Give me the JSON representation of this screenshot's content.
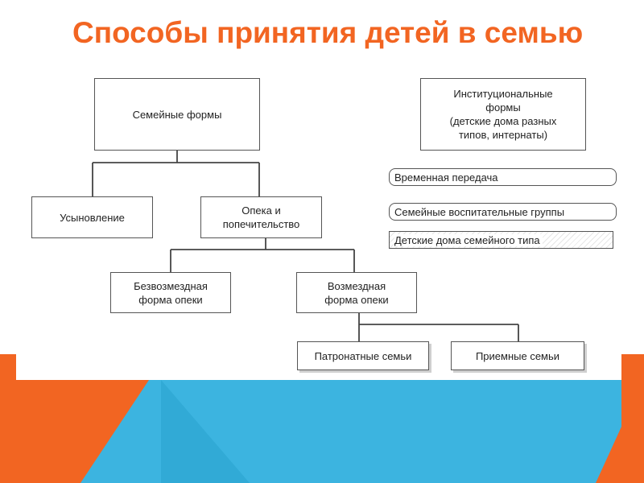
{
  "title": "Способы принятия детей в семью",
  "colors": {
    "accent": "#f26522",
    "blue": "#3cb4e0",
    "orange": "#f26522"
  },
  "diagram": {
    "family_forms": "Семейные формы",
    "adoption": "Усыновление",
    "guardianship": "Опека и\nпопечительство",
    "free_guardianship": "Безвозмездная\nформа опеки",
    "paid_guardianship": "Возмездная\nформа опеки",
    "patronage": "Патронатные семьи",
    "foster": "Приемные семьи",
    "institutional": "Институциональные\nформы\n(детские дома разных\nтипов, интернаты)",
    "temporary": "Временная передача",
    "family_groups": "Семейные воспитательные группы",
    "family_orphanages": "Детские дома семейного типа"
  }
}
